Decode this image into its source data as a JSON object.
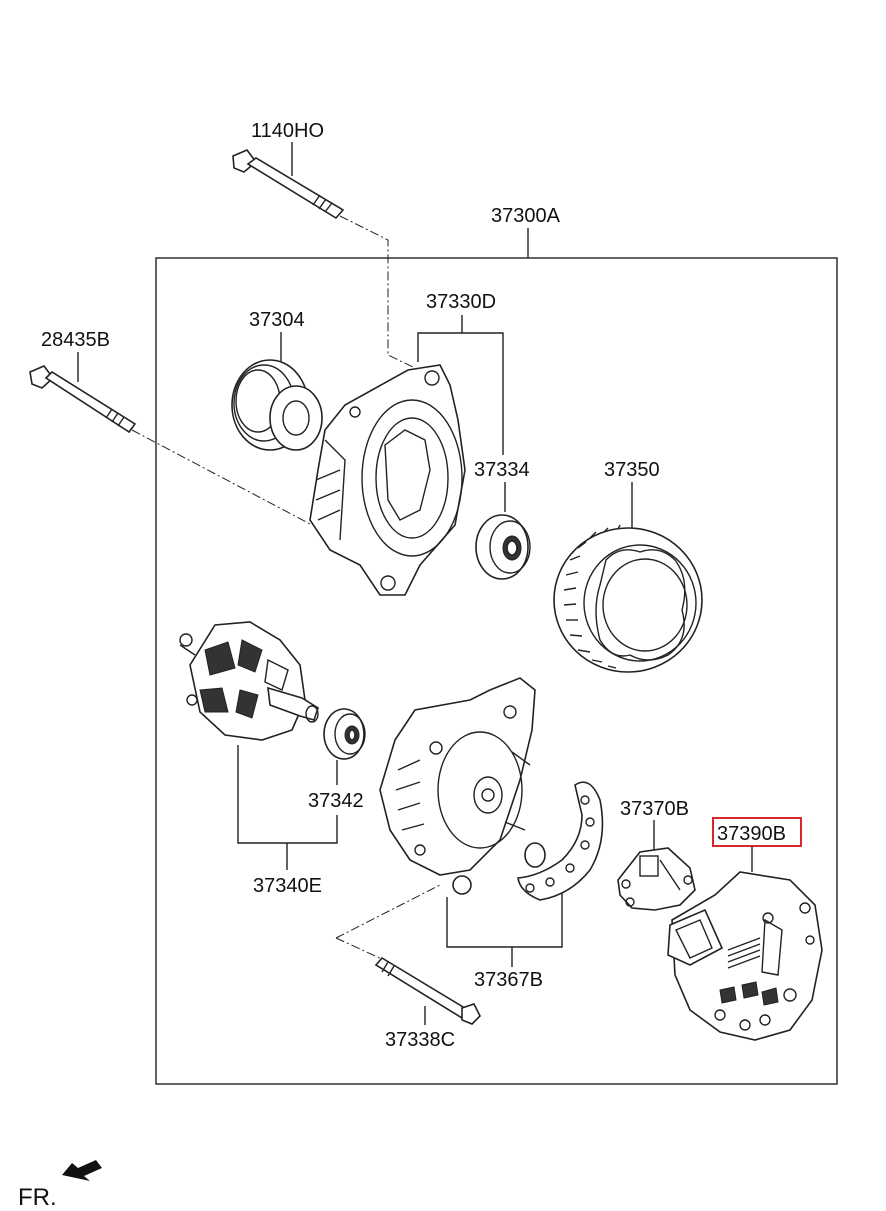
{
  "diagram": {
    "assembly_label": "37300A",
    "highlight_color": "#d9262b",
    "orientation_label": "FR.",
    "parts": {
      "bolt_top": "1140HO",
      "bolt_left": "28435B",
      "pulley": "37304",
      "front_housing": "37330D",
      "front_bearing": "37334",
      "stator": "37350",
      "rotor_bearing": "37342",
      "rotor": "37340E",
      "rectifier": "37367B",
      "regulator": "37370B",
      "rear_cover": "37390B",
      "through_bolt": "37338C"
    }
  }
}
